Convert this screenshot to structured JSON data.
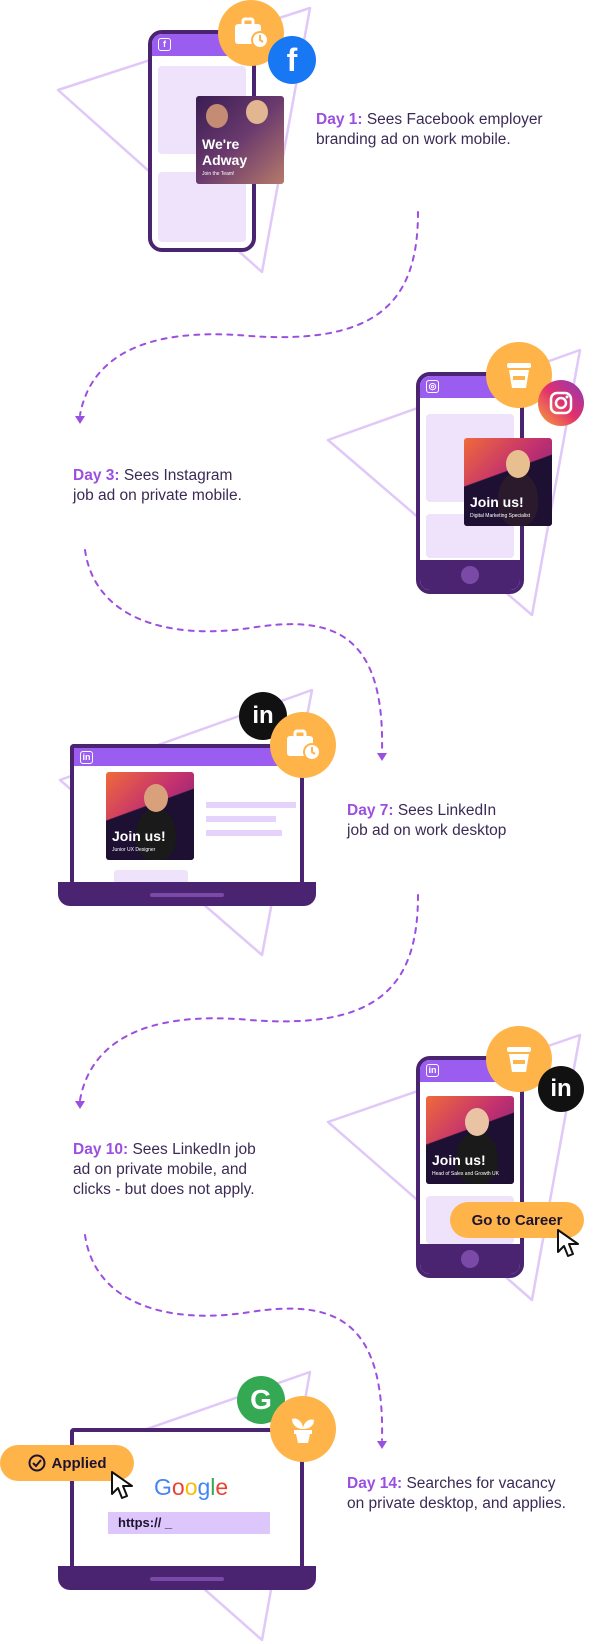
{
  "steps": [
    {
      "day": "Day 1:",
      "text_line1": " Sees Facebook employer",
      "text_line2": "branding ad on work mobile."
    },
    {
      "day": "Day 3:",
      "text_line1": " Sees Instagram",
      "text_line2": "job ad on private mobile."
    },
    {
      "day": "Day 7:",
      "text_line1": " Sees LinkedIn",
      "text_line2": "job ad on work desktop"
    },
    {
      "day": "Day 10:",
      "text_line1": " Sees LinkedIn job",
      "text_line2": "ad on private mobile, and",
      "text_line3": "clicks - but does not apply."
    },
    {
      "day": "Day 14:",
      "text_line1": " Searches for vacancy",
      "text_line2": "on private desktop, and applies."
    }
  ],
  "ads": {
    "facebook": {
      "headline_1": "We're",
      "headline_2": "Adway",
      "sub": "Join the Team!"
    },
    "instagram": {
      "headline": "Join us!",
      "sub": "Digital Marketing Specialist"
    },
    "linkedin_desktop": {
      "headline": "Join us!",
      "sub": "Junior UX Designer"
    },
    "linkedin_mobile": {
      "headline": "Join us!",
      "sub": "Head of Sales and Growth UK"
    }
  },
  "buttons": {
    "go_to_career": "Go to Career",
    "applied": "Applied"
  },
  "google": {
    "logo": [
      "G",
      "o",
      "o",
      "g",
      "l",
      "e"
    ],
    "url_text": "https:// _"
  },
  "icons": {
    "work": "briefcase-clock-icon",
    "private": "cup-icon",
    "plant": "plant-icon",
    "facebook": "facebook-icon",
    "instagram": "instagram-icon",
    "linkedin": "linkedin-icon",
    "google": "google-g-icon",
    "cursor": "cursor-icon",
    "check": "check-circle-icon"
  },
  "colors": {
    "purple_dark": "#4a2470",
    "purple_accent": "#9b4fe0",
    "orange": "#ffb44a",
    "facebook_blue": "#1877f2",
    "google_green": "#34a853"
  }
}
